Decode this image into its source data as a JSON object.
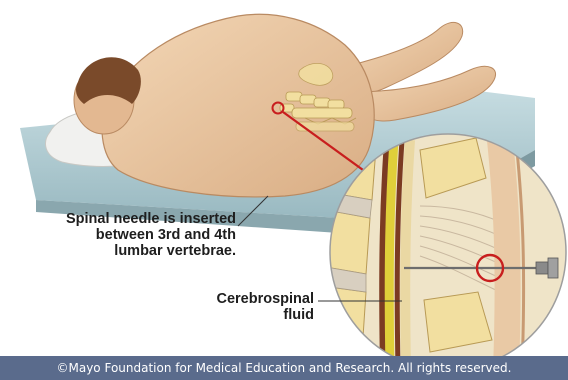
{
  "labels": {
    "needle_line1": "Spinal needle is inserted",
    "needle_line2": "between 3rd and 4th",
    "needle_line3": "lumbar vertebrae.",
    "csf_line1": "Cerebrospinal",
    "csf_line2": "fluid"
  },
  "copyright": "©Mayo Foundation for Medical Education and Research.  All rights reserved.",
  "colors": {
    "skin": "#e8c4a0",
    "mat": "#bcd4da",
    "pillow": "#f1f1ef",
    "hair": "#7a4a2a",
    "spinal_cord": "#e0cf3a",
    "vertebra": "#f2dfa0",
    "needle_marker": "#c81e1e",
    "copyright_bar": "#5a6b8c"
  }
}
